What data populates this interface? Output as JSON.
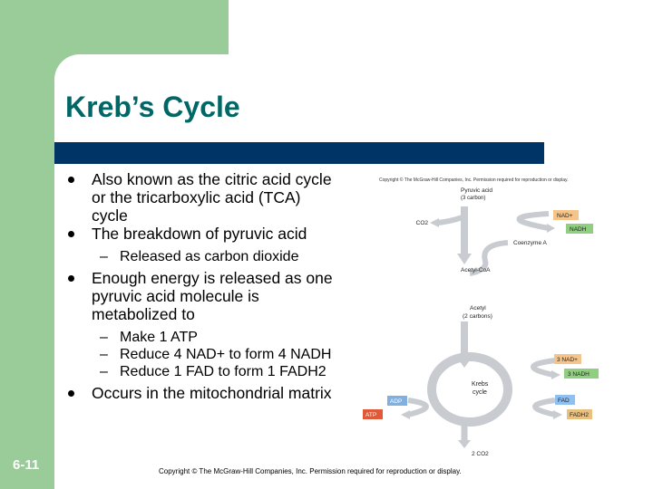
{
  "slide": {
    "title": "Kreb’s Cycle",
    "number": "6-11",
    "copyright": "Copyright © The McGraw-Hill Companies, Inc. Permission required for reproduction or display."
  },
  "bullets": [
    {
      "text": "Also known as the citric acid cycle or the tricarboxylic acid (TCA) cycle",
      "subs": []
    },
    {
      "text": "The breakdown of pyruvic acid",
      "subs": [
        "Released as carbon dioxide"
      ]
    },
    {
      "text": "Enough energy is released as one pyruvic acid molecule is metabolized to",
      "subs": [
        "Make 1 ATP",
        "Reduce 4 NAD+ to form 4 NADH",
        "Reduce 1 FAD to form 1 FADH2"
      ]
    },
    {
      "text": "Occurs in the mitochondrial matrix",
      "subs": []
    }
  ],
  "figure": {
    "copyright": "Copyright © The McGraw-Hill Companies, Inc. Permission required for reproduction or display.",
    "pyruvic_acid": "Pyruvic acid",
    "three_carbon": "(3 carbon)",
    "co2": "CO2",
    "nad_plus": "NAD+",
    "nadh": "NADH",
    "coenzyme_a": "Coenzyme A",
    "acetyl_coa": "Acetyl-CoA",
    "acetyl": "Acetyl",
    "two_carbons": "(2 carbons)",
    "three_nad_plus": "3 NAD+",
    "three_nadh": "3 NADH",
    "krebs": "Krebs",
    "cycle": "cycle",
    "adp": "ADP",
    "atp": "ATP",
    "fad": "FAD",
    "fadh2": "FADH2",
    "two_co2": "2 CO2"
  },
  "colors": {
    "background_green": "#99cc99",
    "title": "#006666",
    "bar": "#003366",
    "arrow_gray": "#c8ccd0",
    "nad_box": "#f5c48a",
    "nadh_box": "#8fcf7f",
    "adp_box": "#7fb0e0",
    "atp_box": "#e05a3a",
    "fad_box": "#8fc0f0",
    "fadh2_box": "#e8c080"
  }
}
